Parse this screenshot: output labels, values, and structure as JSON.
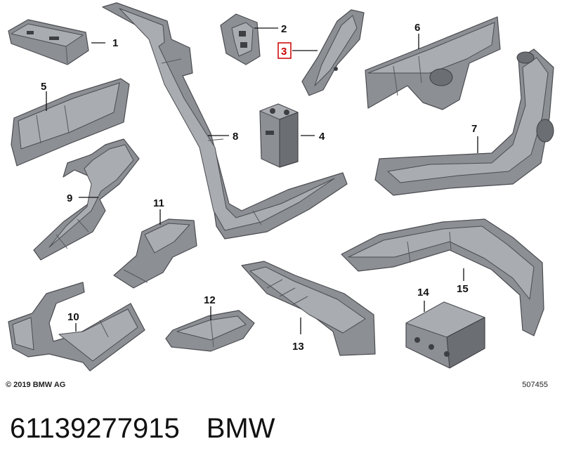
{
  "diagram": {
    "callouts": [
      "1",
      "2",
      "3",
      "4",
      "5",
      "6",
      "7",
      "8",
      "9",
      "10",
      "11",
      "12",
      "13",
      "14",
      "15"
    ],
    "highlighted_callout": "3",
    "highlight_color": "#cc0000",
    "part_color": "#8c8f94"
  },
  "copyright": "© 2019 BMW AG",
  "drawing_number": "507455",
  "footer": {
    "part_number": "61139277915",
    "brand": "BMW"
  }
}
